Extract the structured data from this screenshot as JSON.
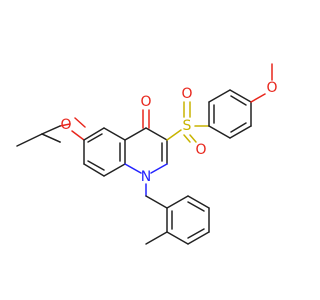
{
  "molecule": {
    "atom_labels": {
      "carbonyl_o": "O",
      "ethoxy_o": "O",
      "methoxy_o": "O",
      "sulfonyl_s": "S",
      "sulfonyl_o1": "O",
      "sulfonyl_o2": "O",
      "ring_n": "N"
    },
    "colors": {
      "bond": "#222222",
      "oxygen": "#e8261c",
      "nitrogen": "#2323ff",
      "sulfur": "#c8b400",
      "background": "#ffffff"
    }
  }
}
